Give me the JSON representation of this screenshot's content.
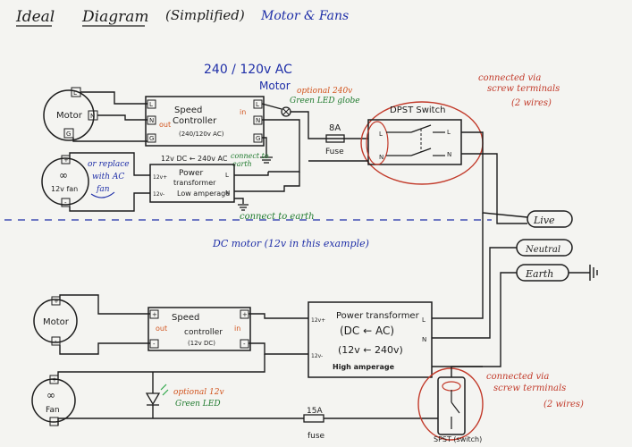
{
  "title": {
    "ideal": "Ideal",
    "diagram": "Diagram",
    "simplified": "(Simplified)",
    "subject": "Motor & Fans"
  },
  "ac_section": {
    "voltage_heading": "240 / 120v AC",
    "motor_heading": "Motor",
    "motor_label": "Motor",
    "motor_pins": {
      "l": "L",
      "n": "N",
      "g": "G"
    },
    "speed_controller": {
      "line1": "Speed",
      "line2": "Controller",
      "line3": "(240/120v AC)",
      "out": "out",
      "in": "in",
      "pins_left": [
        "L",
        "N",
        "G"
      ],
      "pins_right": [
        "L",
        "N",
        "G"
      ]
    },
    "optional_globe": [
      "optional 240v",
      "Green LED globe"
    ],
    "fuse_rating": "8A",
    "fuse_label": "Fuse",
    "dpst_switch": "DPST Switch",
    "switch_pins": {
      "l": "L",
      "n": "N",
      "l_out": "L",
      "n_out": "N"
    },
    "connect_earth_1": [
      "connect to",
      "earth"
    ],
    "fan_label": "12v fan",
    "fan_pins": {
      "plus": "+",
      "minus": "-"
    },
    "replace_note": [
      "or replace",
      "with AC",
      "fan"
    ],
    "power_transformer": {
      "top_line": "12v DC ← 240v AC",
      "line1": "Power",
      "line2": "transformer",
      "line3": "Low amperage",
      "pins_left": [
        "12v+",
        "12v-"
      ],
      "pins_right": [
        "L",
        "N"
      ]
    },
    "connect_earth_2": "connect to earth",
    "screw_terminals": [
      "connected via",
      "screw terminals",
      "(2 wires)"
    ]
  },
  "mains": {
    "live": "Live",
    "neutral": "Neutral",
    "earth": "Earth"
  },
  "dc_section": {
    "heading": "DC motor (12v in this example)",
    "motor_label": "Motor",
    "motor_pins": {
      "plus": "+",
      "minus": "-"
    },
    "speed_controller": {
      "line1": "Speed",
      "line2": "controller",
      "line3": "(12v DC)",
      "out": "out",
      "in": "in",
      "pins": [
        "+",
        "-",
        "+",
        "-"
      ]
    },
    "power_transformer": {
      "line1": "Power transformer",
      "line2": "(DC ← AC)",
      "line3": "(12v ← 240v)",
      "line4": "High amperage",
      "pins_left": [
        "12v+",
        "12v-"
      ],
      "pins_right": [
        "L",
        "N"
      ]
    },
    "fan_label": "Fan",
    "fan_pins": {
      "plus": "+",
      "minus": "-"
    },
    "optional_led": [
      "optional 12v",
      "Green LED"
    ],
    "fuse_rating": "15A",
    "fuse_label": "fuse",
    "spst_switch": "SPST (switch)",
    "screw_terminals": [
      "connected via",
      "screw terminals",
      "(2 wires)"
    ]
  },
  "colors": {
    "ink": "#1d1d1d",
    "blue": "#1f2fa8",
    "orange": "#d2541e",
    "green": "#1f7a2e",
    "red_circle": "#c23a2a",
    "green_led": "#2fa84a"
  }
}
